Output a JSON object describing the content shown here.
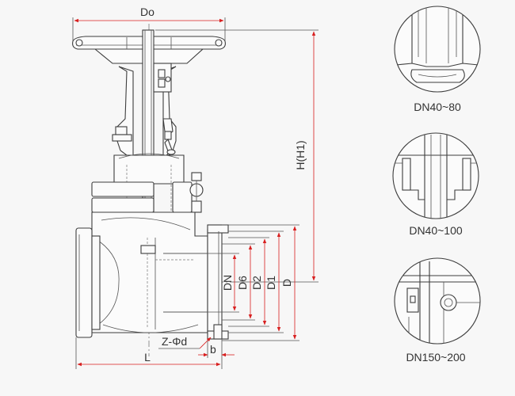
{
  "dimensions": {
    "do": "Do",
    "h": "H(H1)",
    "dn": "DN",
    "d6": "D6",
    "d2": "D2",
    "d1": "D1",
    "d": "D",
    "z_phi_d": "Z-Φd",
    "b": "b",
    "l": "L"
  },
  "details": [
    {
      "caption": "DN40~80"
    },
    {
      "caption": "DN40~100"
    },
    {
      "caption": "DN150~200"
    }
  ],
  "colors": {
    "outline": "#3d3d3d",
    "dimension_arrow": "#d81f1f",
    "background": "#f7f7f7"
  }
}
